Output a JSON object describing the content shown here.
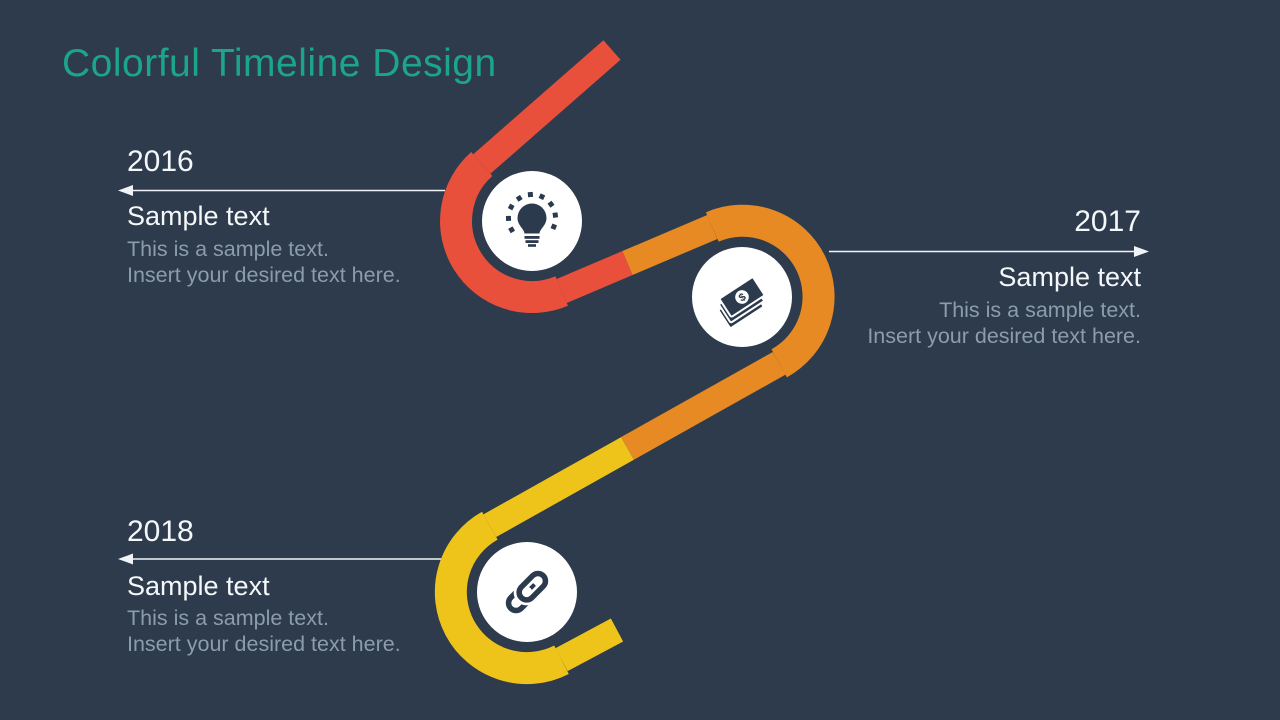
{
  "slide": {
    "title": "Colorful Timeline Design",
    "title_color": "#1BA68A",
    "background_color": "#2D3B4C"
  },
  "colors": {
    "red": "#E8503C",
    "orange": "#E78A23",
    "yellow": "#EFC41A",
    "teal_title": "#1BA68A",
    "background": "#2D3B4C",
    "circle_fill": "#FFFFFF",
    "icon_navy": "#2B3A4C",
    "arrow_white": "#F0F4F8",
    "heading_text": "#F5F8FA",
    "muted_text": "#8C9BB0"
  },
  "icons": {
    "money_symbol": "$"
  },
  "milestones": [
    {
      "year": "2016",
      "heading": "Sample text",
      "body_line1": "This is a sample text.",
      "body_line2": "Insert your desired text here.",
      "accent_color": "#E8503C",
      "icon": "lightbulb-icon",
      "side": "left"
    },
    {
      "year": "2017",
      "heading": "Sample text",
      "body_line1": "This is a sample text.",
      "body_line2": "Insert your desired text here.",
      "accent_color": "#E78A23",
      "icon": "money-icon",
      "side": "right"
    },
    {
      "year": "2018",
      "heading": "Sample text",
      "body_line1": "This is a sample text.",
      "body_line2": "Insert your desired text here.",
      "accent_color": "#EFC41A",
      "icon": "link-icon",
      "side": "left"
    }
  ]
}
